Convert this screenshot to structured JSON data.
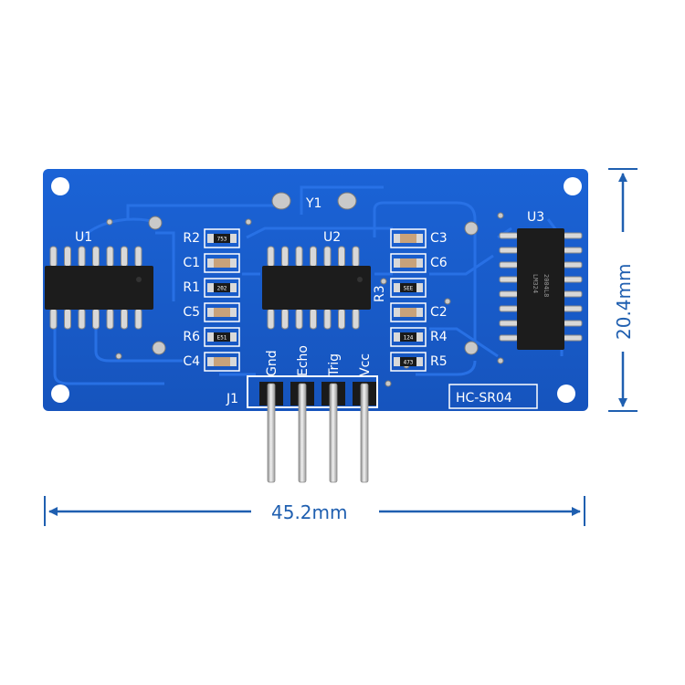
{
  "board": {
    "name": "HC-SR04",
    "pcb_color": "#1a5fd0",
    "labels": {
      "y1": "Y1",
      "u1": "U1",
      "u2": "U2",
      "u3": "U3",
      "j1": "J1",
      "r3": "R3"
    },
    "left_components": [
      "R2",
      "C1",
      "R1",
      "C5",
      "R6",
      "C4"
    ],
    "right_components": [
      "C3",
      "C6",
      "C2",
      "R4",
      "R5"
    ],
    "left_smd_codes": [
      "753",
      "",
      "202",
      "",
      "E51",
      ""
    ],
    "right_smd_codes": [
      "",
      "",
      "SEE",
      "",
      "124",
      "473"
    ],
    "pins": [
      "Gnd",
      "Echo",
      "Trig",
      "Vcc"
    ],
    "u3_marking": [
      "LM324",
      "2004L8"
    ]
  },
  "dimensions": {
    "width": "45.2mm",
    "height": "20.4mm",
    "color": "#1f5fb0"
  }
}
